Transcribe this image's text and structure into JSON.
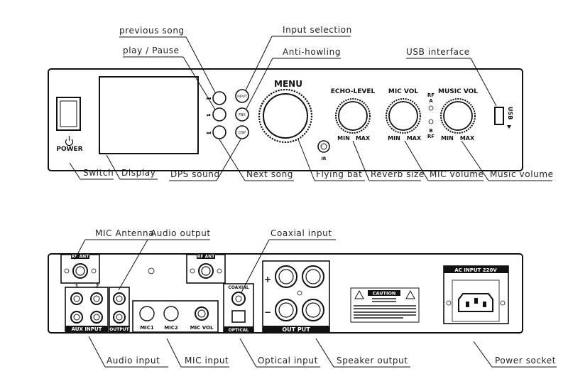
{
  "front_panel": {
    "callouts": {
      "previous_song": "previous song",
      "play_pause": "play / Pause",
      "input_selection": "Input selection",
      "anti_howling": "Anti-howling",
      "usb_interface": "USB interface",
      "switch": "Switch",
      "display": "Display",
      "dps_sound": "DPS sound",
      "next_song": "Next song",
      "flying_bat": "Flying bat",
      "reverb_size": "Reverb size",
      "mic_volume": "MIC volume",
      "music_volume": "Music volume"
    },
    "panel_text": {
      "power": "POWER",
      "menu": "MENU",
      "echo_level": "ECHO-LEVEL",
      "mic_vol": "MIC VOL",
      "music_vol": "MUSIC VOL",
      "min": "MIN",
      "max": "MAX",
      "rf": "RF",
      "a": "A",
      "b": "B",
      "ir": "IR",
      "btn_input": "INPUT",
      "btn_fbx": "FBX",
      "btn_dsp": "DSP",
      "usb": "USB"
    }
  },
  "rear_panel": {
    "callouts": {
      "mic_antenna": "MIC Antenna",
      "audio_output": "Audio output",
      "coaxial_input": "Coaxial input",
      "audio_input": "Audio input",
      "mic_input": "MIC input",
      "optical_input": "Optical input",
      "speaker_output": "Speaker output",
      "power_socket": "Power socket"
    },
    "panel_text": {
      "rf_ant": "RF ANT",
      "aux_input": "AUX INPUT",
      "output": "OUTPUT",
      "mic1": "MIC1",
      "mic2": "MIC2",
      "mic_vol": "MIC VOL",
      "coaxial": "COAXIAL",
      "optical": "OPTICAL",
      "out_put": "OUT PUT",
      "ac_input": "AC INPUT 220V",
      "caution": "CAUTION",
      "ch1": "1",
      "ch2": "2",
      "plus": "+",
      "minus": "−"
    }
  }
}
